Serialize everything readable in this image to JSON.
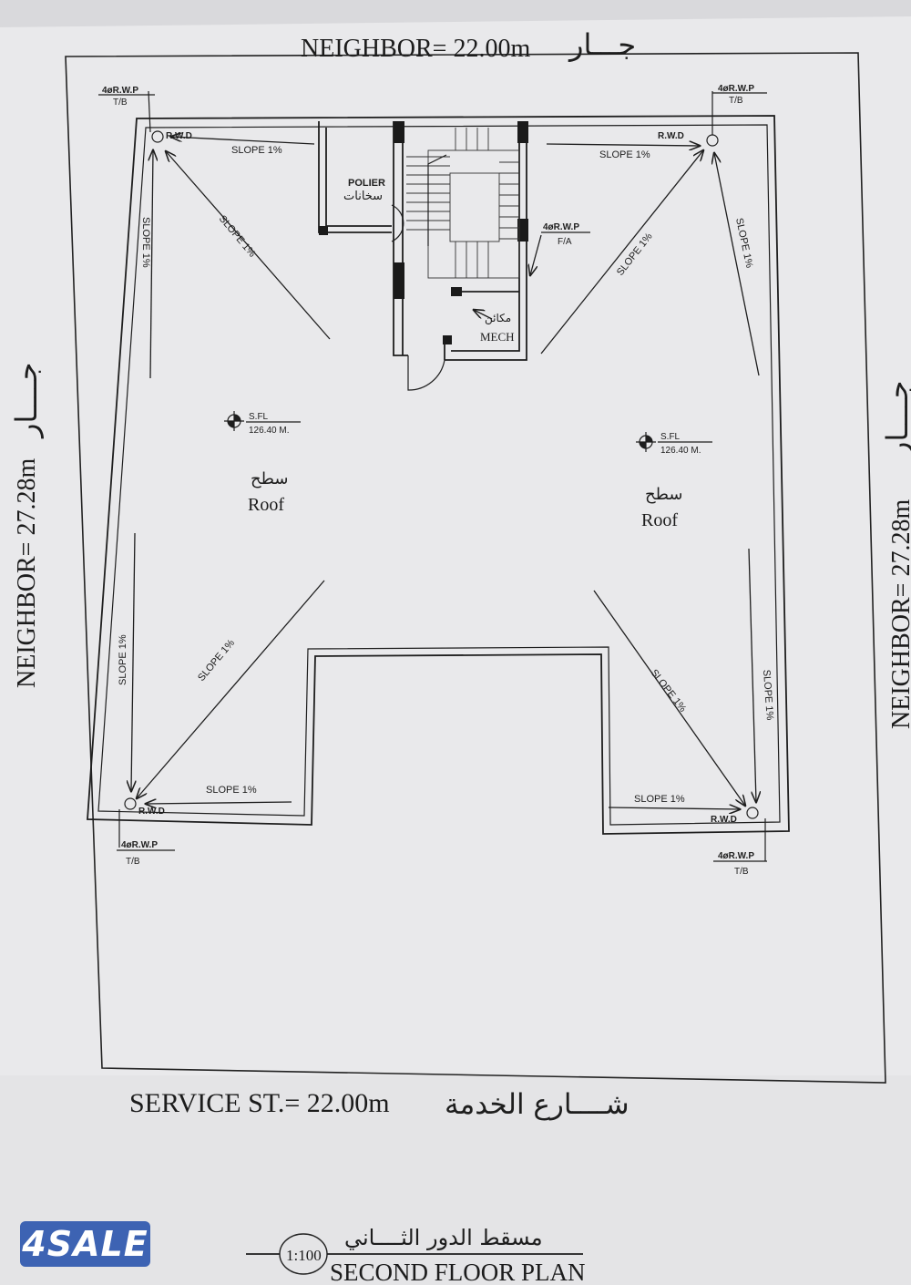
{
  "boundary": {
    "top": {
      "en": "NEIGHBOR= 22.00m",
      "ar": "جـــار"
    },
    "left": {
      "en": "NEIGHBOR= 27.28m",
      "ar": "جــــار"
    },
    "right": {
      "en": "NEIGHBOR= 27.28m",
      "ar": "جــــار"
    },
    "bottom": {
      "en": "SERVICE ST.= 22.00m",
      "ar": "شــــارع الخدمة"
    }
  },
  "rwp": {
    "top_left": "4øR.W.P",
    "top_right": "4øR.W.P",
    "bottom_left": "4øR.W.P",
    "bottom_right": "4øR.W.P",
    "tb": "T/B",
    "stair": "4øR.W.P",
    "fa": "F/A"
  },
  "rwd": "R.W.D",
  "slope": "SLOPE 1%",
  "rooms": {
    "polier_en": "POLIER",
    "polier_ar": "سخانات",
    "mech_en": "MECH",
    "mech_ar": "مكائن"
  },
  "levels": {
    "sfl": "S.FL",
    "value": "126.40 M."
  },
  "roof": {
    "ar": "سطح",
    "en": "Roof"
  },
  "footer": {
    "title_ar": "مسقط الدور الثــــاني",
    "title_en": "SECOND FLOOR PLAN",
    "scale": "1:100"
  },
  "badge": "4SALE",
  "colors": {
    "badge": "#3d63b3",
    "paper": "#ececee",
    "ink": "#1e1e1e"
  }
}
